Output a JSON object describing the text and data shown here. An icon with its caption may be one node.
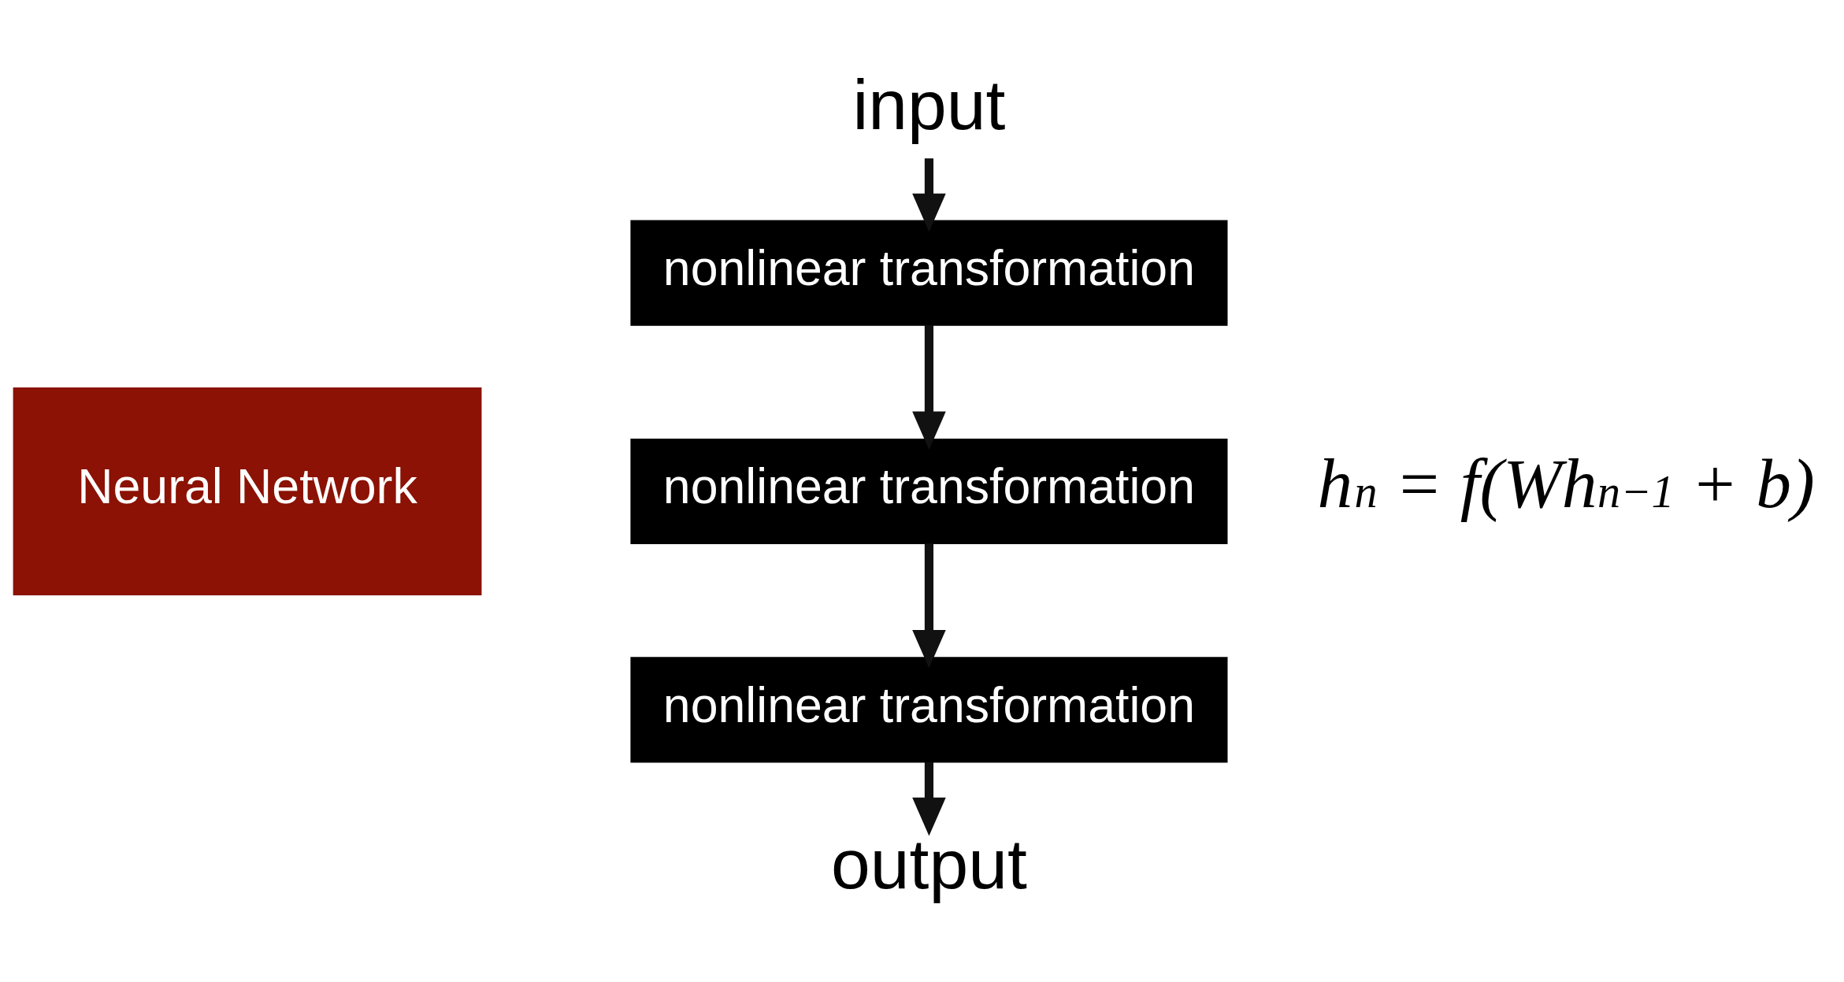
{
  "diagram": {
    "nodes": [
      {
        "text": [
          "input"
        ]
      },
      {
        "text": [
          "nonlinear transformation"
        ]
      },
      {
        "text": [
          "Neural Network"
        ]
      },
      {
        "text": [
          "nonlinear transformation"
        ],
        "beside": [
          "h$_{n}$ = f(Wh$_{n−1}$ + b)"
        ]
      },
      {
        "text": [
          "nonlinear transformation"
        ]
      },
      {
        "text": [
          "output"
        ]
      }
    ],
    "edges": [
      {
        "from": 0,
        "to": 1,
        "arrow": "to"
      },
      {
        "from": 1,
        "to": 3,
        "arrow": "to"
      },
      {
        "from": 3,
        "to": 4,
        "arrow": "to"
      },
      {
        "from": 4,
        "to": 5,
        "arrow": "to"
      }
    ]
  }
}
